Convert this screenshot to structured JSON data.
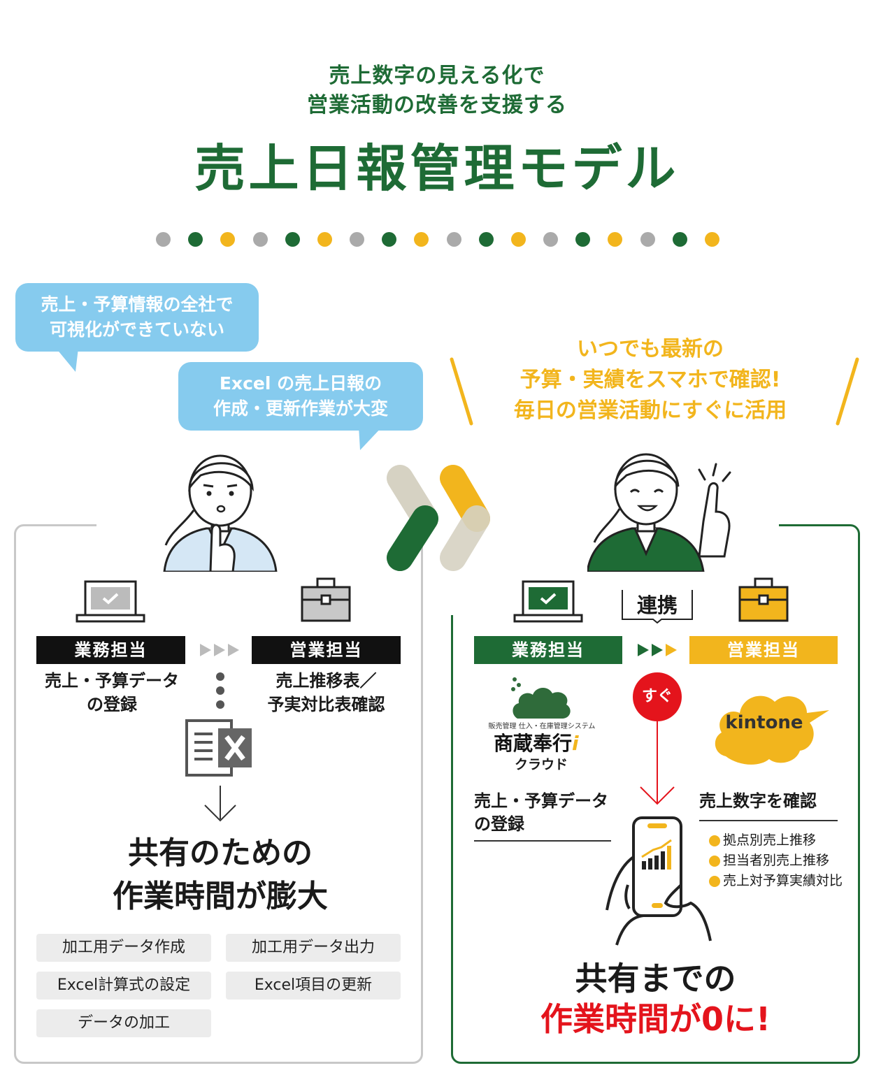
{
  "header": {
    "subtitle_line1": "売上数字の見える化で",
    "subtitle_line2": "営業活動の改善を支援する",
    "title": "売上日報管理モデル"
  },
  "dots": [
    "#aaaaaa",
    "#1e6b35",
    "#f2b51d",
    "#aaaaaa",
    "#1e6b35",
    "#f2b51d",
    "#aaaaaa",
    "#1e6b35",
    "#f2b51d",
    "#aaaaaa",
    "#1e6b35",
    "#f2b51d",
    "#aaaaaa",
    "#1e6b35",
    "#f2b51d",
    "#aaaaaa",
    "#1e6b35",
    "#f2b51d"
  ],
  "colors": {
    "green": "#1e6b35",
    "yellow": "#f2b51d",
    "blue": "#86cbee",
    "red": "#e4141c",
    "gray": "#c8c8c8"
  },
  "before": {
    "bubble1_line1": "売上・予算情報の全社で",
    "bubble1_line2": "可視化ができていない",
    "bubble2_line1": "Excel の売上日報の",
    "bubble2_line2": "作成・更新作業が大変",
    "role_left": "業務担当",
    "role_right": "営業担当",
    "desc_left_line1": "売上・予算データ",
    "desc_left_line2": "の登録",
    "desc_right_line1": "売上推移表／",
    "desc_right_line2": "予実対比表確認",
    "result_line1": "共有のための",
    "result_line2": "作業時間が膨大",
    "tags": [
      "加工用データ作成",
      "加工用データ出力",
      "Excel計算式の設定",
      "Excel項目の更新",
      "データの加工"
    ]
  },
  "after": {
    "message_line1": "いつでも最新の",
    "message_line2": "予算・実績をスマホで確認!",
    "message_line3": "毎日の営業活動にすぐに活用",
    "link_label": "連携",
    "role_left": "業務担当",
    "role_right": "営業担当",
    "sugu": "すぐ",
    "product_small": "販売管理 仕入・在庫管理システム",
    "product_name": "商蔵奉行",
    "product_suffix": "クラウド",
    "kintone": "kintone",
    "desc_left_line1": "売上・予算データ",
    "desc_left_line2": "の登録",
    "confirm_title": "売上数字を確認",
    "confirm_items": [
      "拠点別売上推移",
      "担当者別売上推移",
      "売上対予算実績対比"
    ],
    "result_line1": "共有までの",
    "result_line2": "作業時間が0に!"
  }
}
